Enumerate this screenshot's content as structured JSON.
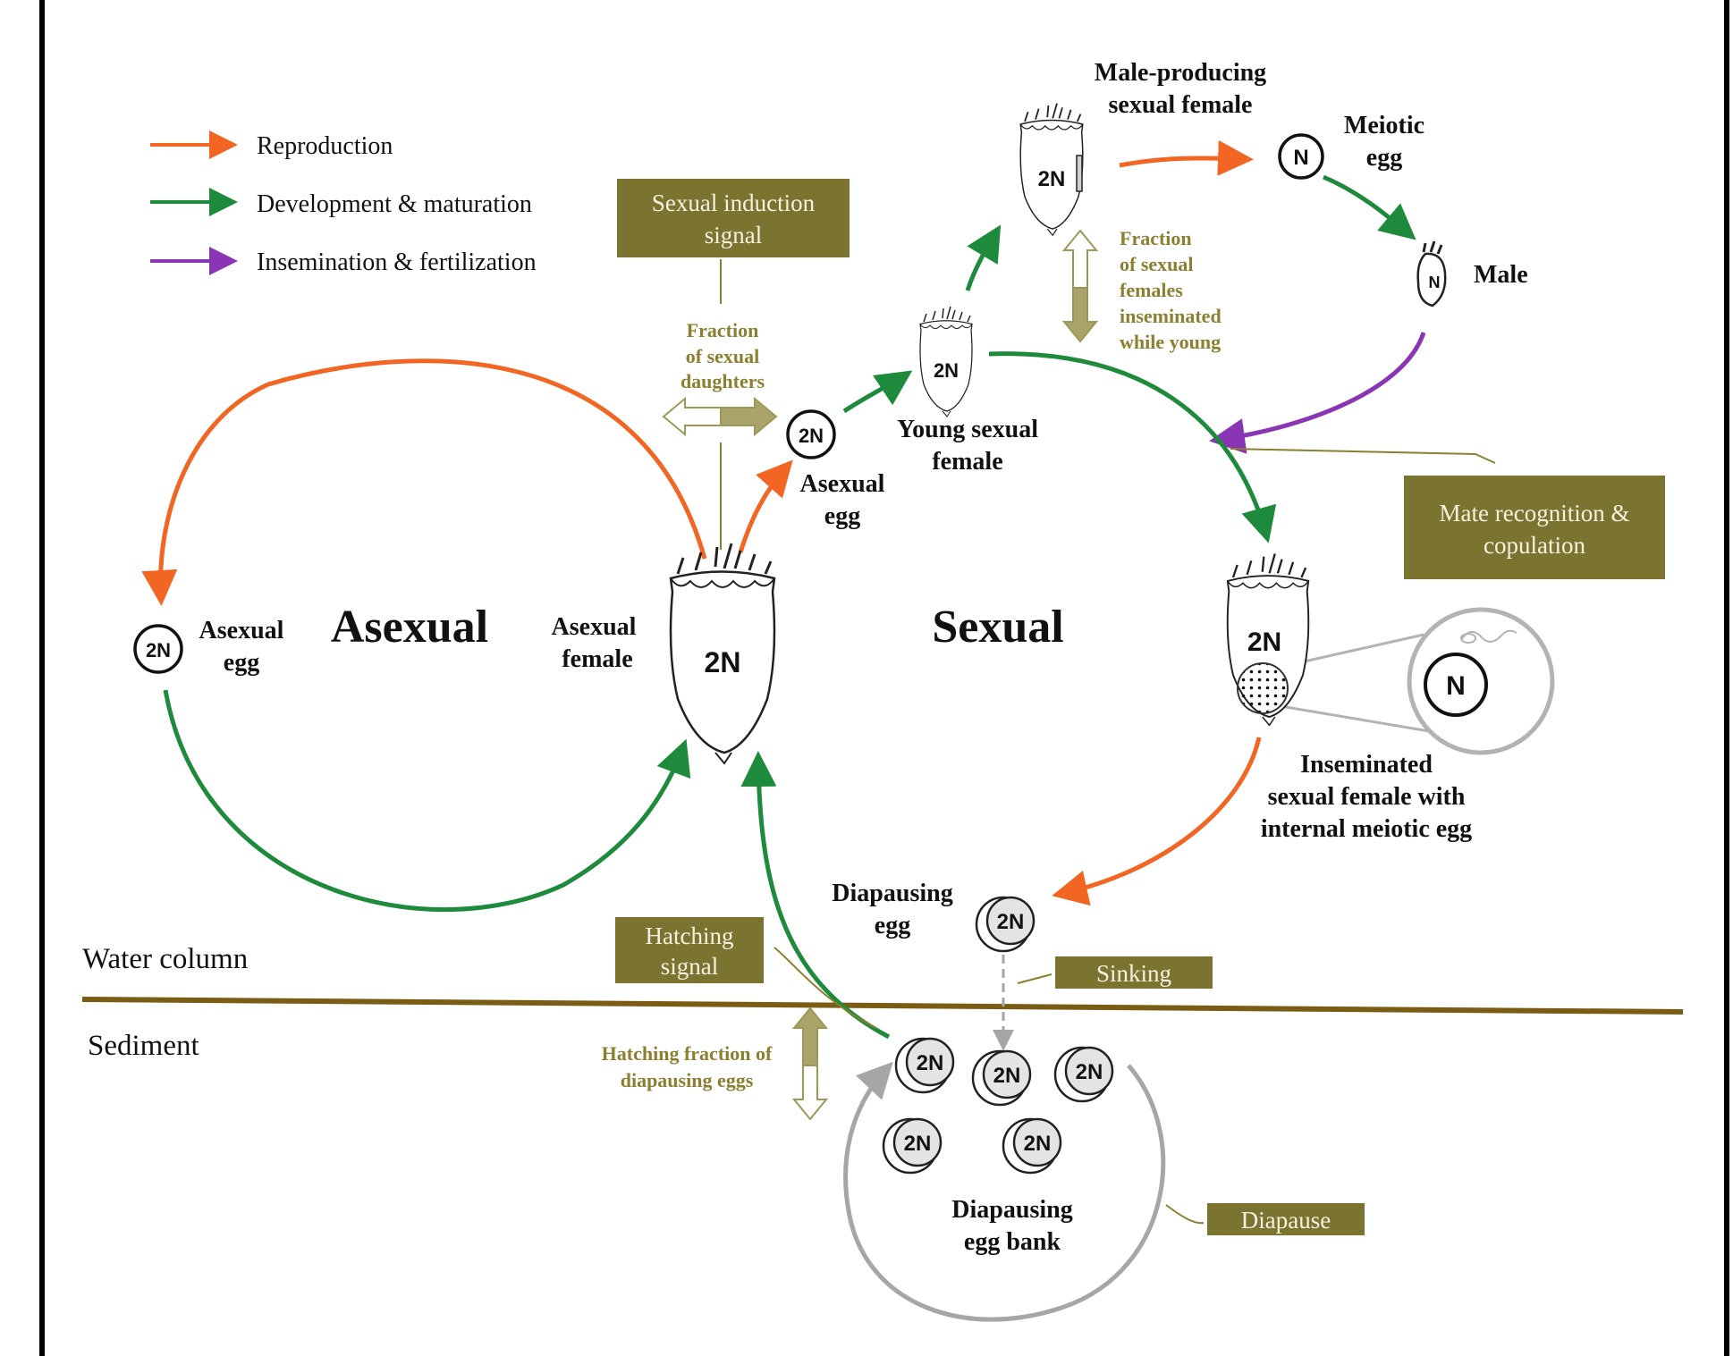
{
  "colors": {
    "reproduction": "#f26522",
    "development": "#1e8a3c",
    "insemination": "#8a35b5",
    "olive_box": "#7b7431",
    "olive_text": "#8a8030",
    "sediment_line": "#7a5c14",
    "grey": "#a6a6a6"
  },
  "legend": {
    "items": [
      {
        "label": "Reproduction",
        "color": "#f26522"
      },
      {
        "label": "Development & maturation",
        "color": "#1e8a3c"
      },
      {
        "label": "Insemination & fertilization",
        "color": "#8a35b5"
      }
    ]
  },
  "titles": {
    "asexual": "Asexual",
    "sexual": "Sexual"
  },
  "labels": {
    "male_producing_1": "Male-producing",
    "male_producing_2": "sexual female",
    "meiotic_1": "Meiotic",
    "meiotic_2": "egg",
    "male": "Male",
    "young_1": "Young sexual",
    "young_2": "female",
    "asexual_egg_r_1": "Asexual",
    "asexual_egg_r_2": "egg",
    "asexual_egg_l_1": "Asexual",
    "asexual_egg_l_2": "egg",
    "asexual_female_1": "Asexual",
    "asexual_female_2": "female",
    "inseminated_1": "Inseminated",
    "inseminated_2": "sexual female with",
    "inseminated_3": "internal meiotic egg",
    "diapausing_egg_1": "Diapausing",
    "diapausing_egg_2": "egg",
    "egg_bank_1": "Diapausing",
    "egg_bank_2": "egg bank"
  },
  "olive_labels": {
    "fraction_daughters": [
      "Fraction",
      "of sexual",
      "daughters"
    ],
    "fraction_females": [
      "Fraction",
      "of sexual",
      "females",
      "inseminated",
      "while young"
    ],
    "hatching_fraction": [
      "Hatching fraction of",
      "diapausing eggs"
    ]
  },
  "boxes": {
    "sexual_induction": [
      "Sexual induction",
      "signal"
    ],
    "mate_recognition": [
      "Mate recognition &",
      "copulation"
    ],
    "hatching_signal": [
      "Hatching",
      "signal"
    ],
    "sinking": [
      "Sinking"
    ],
    "diapause": [
      "Diapause"
    ]
  },
  "regions": {
    "water": "Water column",
    "sediment": "Sediment"
  },
  "ploidy": {
    "diploid": "2N",
    "haploid": "N"
  }
}
